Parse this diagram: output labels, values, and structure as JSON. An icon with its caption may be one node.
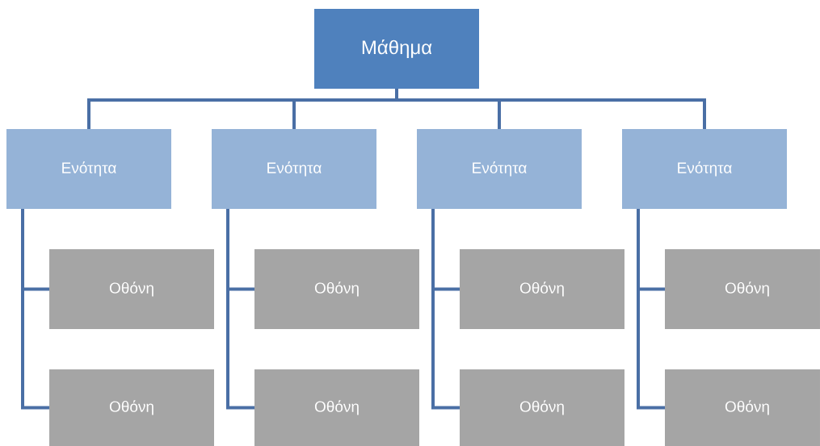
{
  "diagram": {
    "nodes": [
      {
        "text": [
          "Μάθημα"
        ]
      },
      {
        "text": [
          "Ενότητα"
        ]
      },
      {
        "text": [
          "Οθόνη"
        ]
      },
      {
        "text": [
          "Οθόνη"
        ]
      },
      {
        "text": [
          "Ενότητα"
        ]
      },
      {
        "text": [
          "Οθόνη"
        ]
      },
      {
        "text": [
          "Οθόνη"
        ]
      },
      {
        "text": [
          "Ενότητα"
        ]
      },
      {
        "text": [
          "Οθόνη"
        ]
      },
      {
        "text": [
          "Οθόνη"
        ]
      },
      {
        "text": [
          "Ενότητα"
        ]
      },
      {
        "text": [
          "Οθόνη"
        ]
      },
      {
        "text": [
          "Οθόνη"
        ]
      }
    ],
    "edges": [
      {
        "from": 0,
        "to": 1,
        "arrow": "none"
      },
      {
        "from": 0,
        "to": 4,
        "arrow": "none"
      },
      {
        "from": 0,
        "to": 7,
        "arrow": "none"
      },
      {
        "from": 0,
        "to": 10,
        "arrow": "none"
      },
      {
        "from": 1,
        "to": 2,
        "arrow": "none"
      },
      {
        "from": 1,
        "to": 3,
        "arrow": "none"
      },
      {
        "from": 4,
        "to": 5,
        "arrow": "none"
      },
      {
        "from": 4,
        "to": 6,
        "arrow": "none"
      },
      {
        "from": 7,
        "to": 8,
        "arrow": "none"
      },
      {
        "from": 7,
        "to": 9,
        "arrow": "none"
      },
      {
        "from": 10,
        "to": 11,
        "arrow": "none"
      },
      {
        "from": 10,
        "to": 12,
        "arrow": "none"
      }
    ]
  }
}
